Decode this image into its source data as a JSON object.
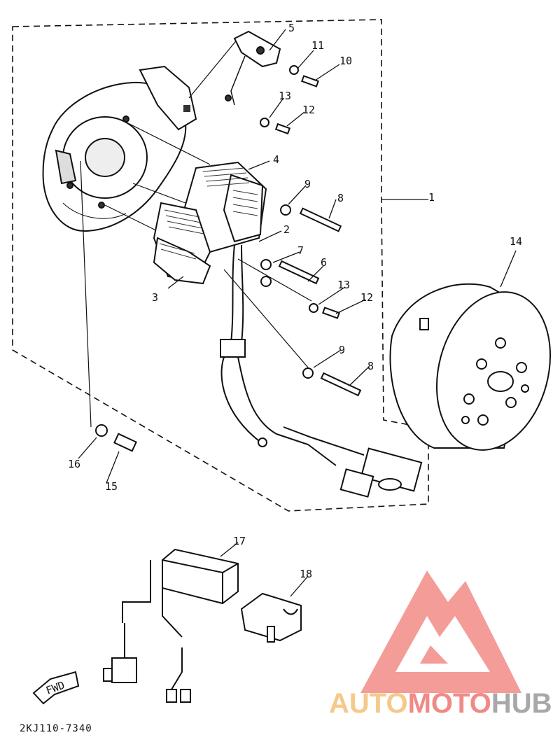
{
  "diagram": {
    "part_labels": [
      "1",
      "2",
      "3",
      "4",
      "5",
      "6",
      "7",
      "8",
      "8",
      "9",
      "9",
      "10",
      "11",
      "12",
      "12",
      "13",
      "13",
      "14",
      "15",
      "16",
      "17",
      "18"
    ],
    "fwd_label": "FWD",
    "diagram_code": "2KJ110-7340"
  },
  "watermark": {
    "part1": "AUTO",
    "part2": "MOTO",
    "part3": "HUB",
    "colors": {
      "auto": "#f5c98a",
      "moto": "#f08a86",
      "hub": "#a8a8a8",
      "logo": "#f28b86"
    }
  }
}
